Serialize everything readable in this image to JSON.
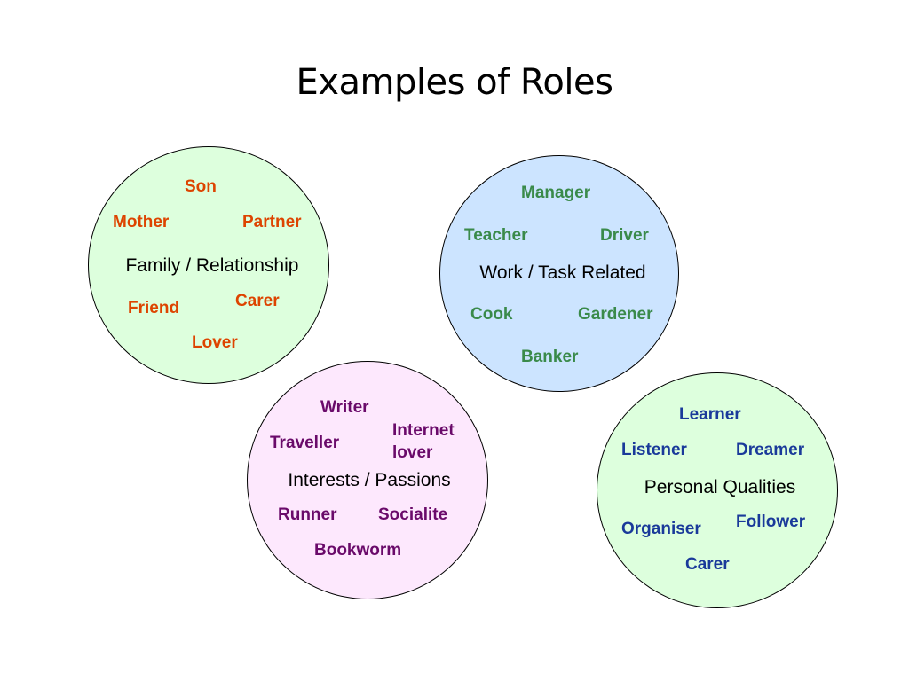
{
  "title": "Examples of Roles",
  "colors": {
    "family": "#dd4400",
    "work": "#3a8a4a",
    "interests": "#6a0a6a",
    "personal": "#1a3a9a",
    "family_fill": "#ddffdd",
    "work_fill": "#cce4ff",
    "interests_fill": "#fde8fd",
    "personal_fill": "#ddffdd"
  },
  "groups": {
    "family": {
      "category": "Family / Relationship",
      "roles": [
        "Son",
        "Mother",
        "Partner",
        "Friend",
        "Carer",
        "Lover"
      ]
    },
    "work": {
      "category": "Work / Task Related",
      "roles": [
        "Manager",
        "Teacher",
        "Driver",
        "Cook",
        "Gardener",
        "Banker"
      ]
    },
    "interests": {
      "category": "Interests / Passions",
      "roles": [
        "Writer",
        "Traveller",
        "Internet lover",
        "Runner",
        "Socialite",
        "Bookworm"
      ]
    },
    "personal": {
      "category": "Personal Qualities",
      "roles": [
        "Learner",
        "Listener",
        "Dreamer",
        "Organiser",
        "Follower",
        "Carer"
      ]
    }
  }
}
